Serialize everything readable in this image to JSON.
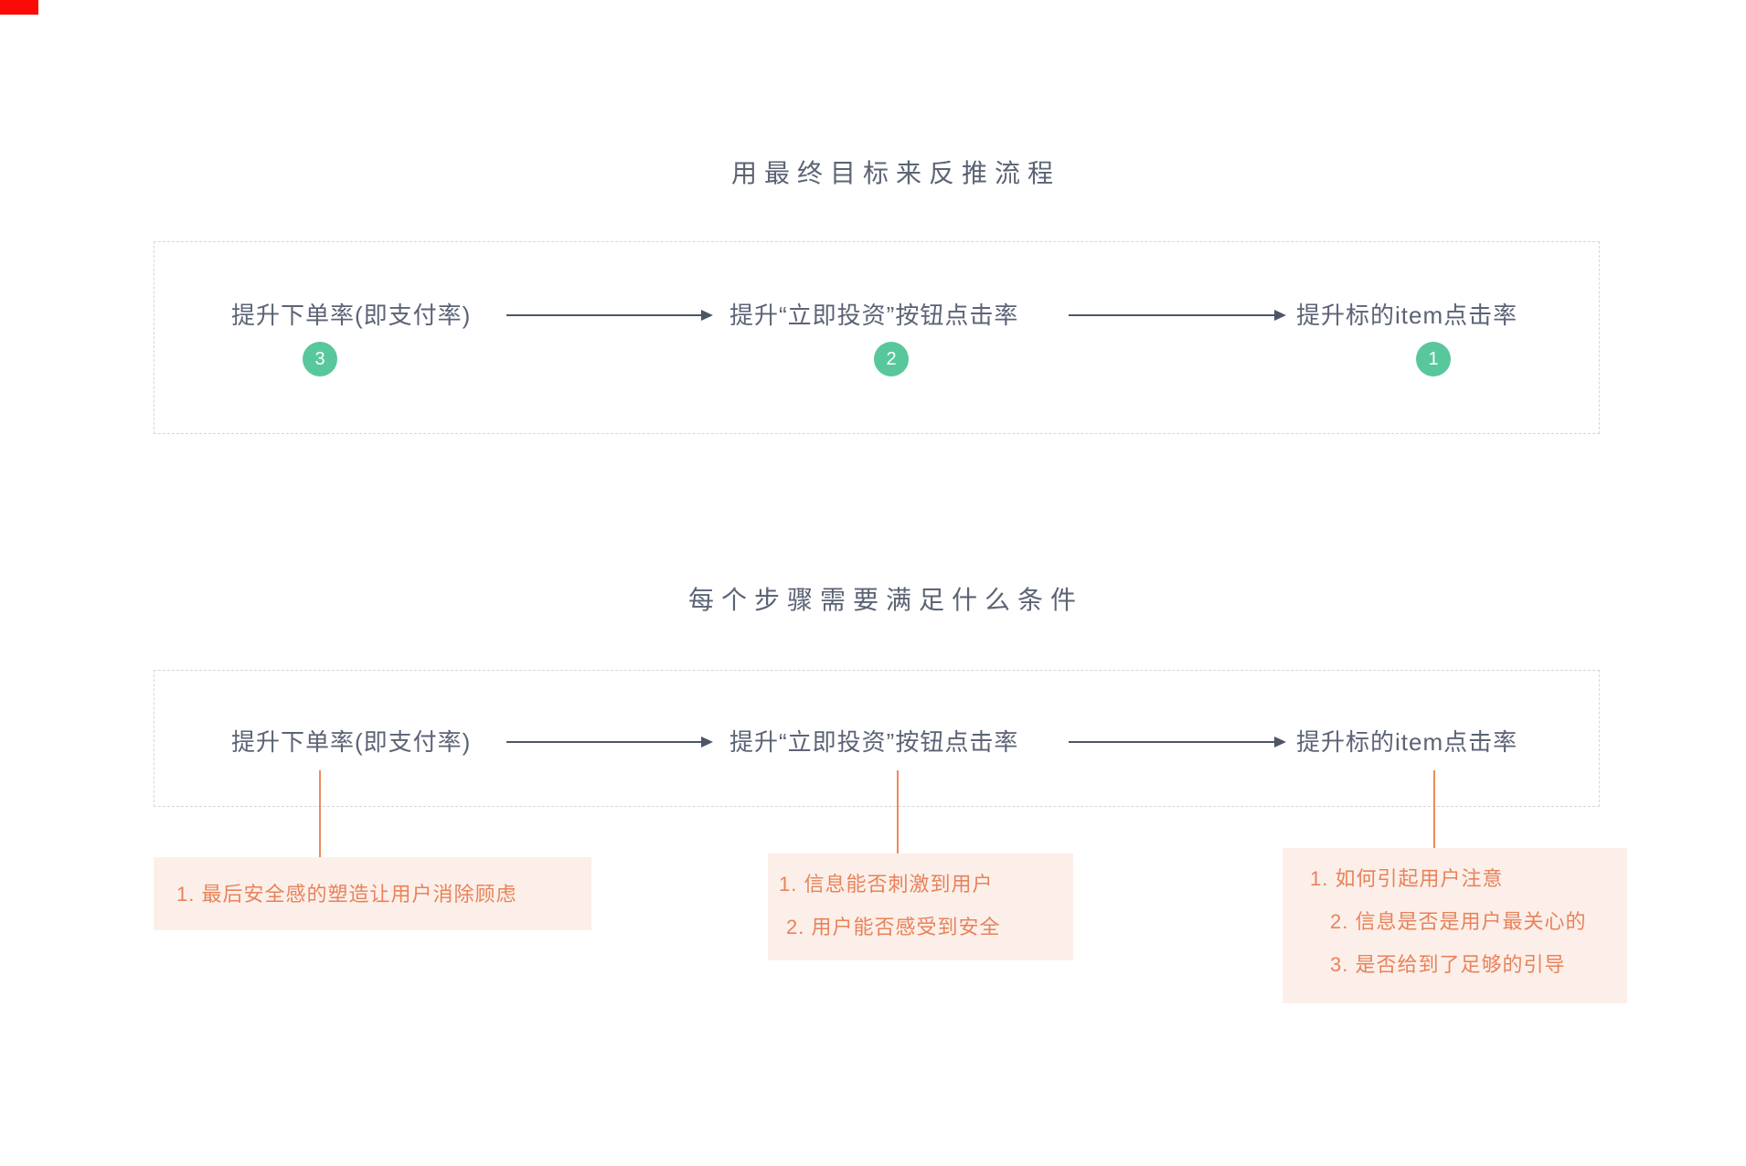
{
  "page": {
    "title_top": "用最终目标来反推流程",
    "title_bottom": "每个步骤需要满足什么条件"
  },
  "flow": {
    "steps": [
      {
        "label": "提升下单率(即支付率)",
        "badge": "3"
      },
      {
        "label": "提升“立即投资”按钮点击率",
        "badge": "2"
      },
      {
        "label": "提升标的item点击率",
        "badge": "1"
      }
    ]
  },
  "notes": [
    {
      "items": [
        "1. 最后安全感的塑造让用户消除顾虑"
      ]
    },
    {
      "items": [
        "1. 信息能否刺激到用户",
        "2. 用户能否感受到安全"
      ]
    },
    {
      "items": [
        "1. 如何引起用户注意",
        "2. 信息是否是用户最关心的",
        "3. 是否给到了足够的引导"
      ]
    }
  ],
  "colors": {
    "title_text": "#5b6375",
    "node_text": "#5b6375",
    "arrow": "#4d5568",
    "badge_green": "#58c79c",
    "badge_number": "#ffffff",
    "dashed_border": "#d6d6d6",
    "note_background": "#fcefe9",
    "note_text": "#e8825a",
    "connector_orange": "#ed8a5e",
    "corner_red": "#fb0b07"
  }
}
